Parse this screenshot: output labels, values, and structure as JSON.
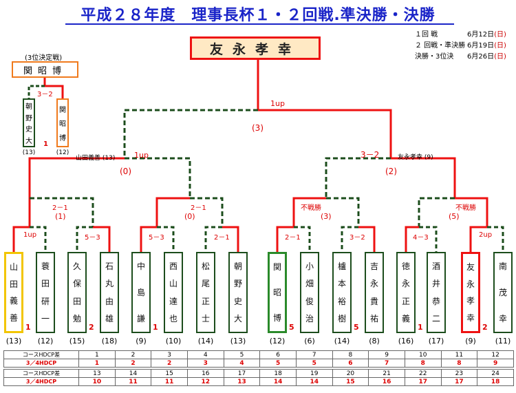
{
  "title": "平成２８年度　理事長杯１・２回戦.準決勝・決勝",
  "schedule": [
    {
      "label": "１回 戦",
      "date": "6月12日",
      "day": "(日)"
    },
    {
      "label": "２ 回戦・準決勝",
      "date": "6月19日",
      "day": "(日)"
    },
    {
      "label": "決勝・3位決",
      "date": "6月26日",
      "day": "(日)"
    }
  ],
  "champion": "友永孝幸",
  "third_place": {
    "heading": "(3位決定戦)",
    "winner": "関昭博",
    "score": "3－2",
    "left": {
      "name": "朝野史大",
      "seed": "(13)",
      "mark": "1"
    },
    "right": {
      "name": "関昭博",
      "seed": "(12)"
    }
  },
  "final": {
    "score": "1up",
    "paren": "(3)"
  },
  "semis": {
    "left": {
      "score": "1up",
      "paren": "(0)",
      "winner_label": "山田義善 (13)"
    },
    "right": {
      "score": "3－2",
      "paren": "(2)",
      "winner_label": "友永孝幸 (9)"
    }
  },
  "quarters": [
    {
      "score": "2－1",
      "paren": "(1)"
    },
    {
      "score": "2－1",
      "paren": "(0)"
    },
    {
      "score": "不戦勝",
      "paren": "(3)"
    },
    {
      "score": "不戦勝",
      "paren": "(5)"
    }
  ],
  "round1": [
    "1up",
    "5－3",
    "5－3",
    "2－1",
    "2－1",
    "3－2",
    "4－3",
    "2up"
  ],
  "players": [
    {
      "name": "山田義善",
      "seed": "(13)",
      "mark": "1"
    },
    {
      "name": "蓑田研一",
      "seed": "(12)"
    },
    {
      "name": "久保田勉",
      "seed": "(15)",
      "mark": "2"
    },
    {
      "name": "石丸由雄",
      "seed": "(18)"
    },
    {
      "name": "中島謙",
      "seed": "(9)",
      "mark": "1"
    },
    {
      "name": "西山達也",
      "seed": "(10)"
    },
    {
      "name": "松尾正士",
      "seed": "(14)"
    },
    {
      "name": "朝野史大",
      "seed": "(13)"
    },
    {
      "name": "関昭博",
      "seed": "(12)",
      "mark": "5"
    },
    {
      "name": "小畑俊治",
      "seed": "(6)"
    },
    {
      "name": "櫨本裕樹",
      "seed": "(14)",
      "mark": "5"
    },
    {
      "name": "吉永貴祐",
      "seed": "(8)"
    },
    {
      "name": "徳永正義",
      "seed": "(16)",
      "mark": "1"
    },
    {
      "name": "酒井恭二",
      "seed": "(17)"
    },
    {
      "name": "友永孝幸",
      "seed": "(9)",
      "mark": "2"
    },
    {
      "name": "南茂幸",
      "seed": "(11)"
    }
  ],
  "hdcp": {
    "row_label_course": "コースHDCP差",
    "row_label_34": "3／4HDCP",
    "course1": [
      "1",
      "2",
      "3",
      "4",
      "5",
      "6",
      "7",
      "8",
      "9",
      "10",
      "11",
      "12"
    ],
    "hdcp1": [
      "1",
      "2",
      "2",
      "3",
      "4",
      "5",
      "5",
      "6",
      "7",
      "8",
      "8",
      "9"
    ],
    "course2": [
      "13",
      "14",
      "15",
      "16",
      "17",
      "18",
      "19",
      "20",
      "21",
      "22",
      "23",
      "24"
    ],
    "hdcp2": [
      "10",
      "11",
      "11",
      "12",
      "13",
      "14",
      "14",
      "15",
      "16",
      "17",
      "17",
      "18"
    ]
  }
}
